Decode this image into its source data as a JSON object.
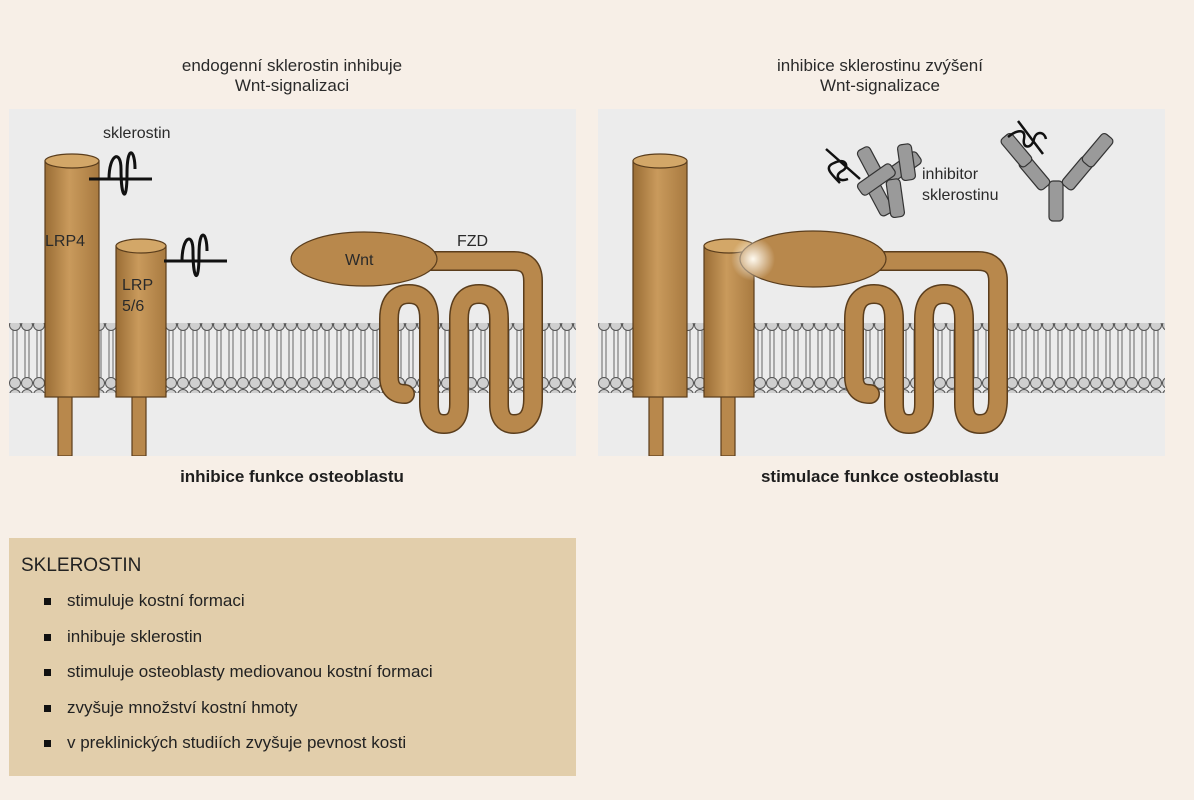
{
  "left_panel": {
    "title_line1": "endogenní sklerostin inhibuje",
    "title_line2": "Wnt-signalizaci",
    "labels": {
      "sclerostin": "sklerostin",
      "lrp4": "LRP4",
      "lrp56_line1": "LRP",
      "lrp56_line2": "5/6",
      "wnt": "Wnt",
      "fzd": "FZD"
    },
    "caption": "inhibice funkce osteoblastu"
  },
  "right_panel": {
    "title_line1": "inhibice sklerostinu zvýšení",
    "title_line2": "Wnt-signalizace",
    "labels": {
      "inhibitor_line1": "inhibitor",
      "inhibitor_line2": "sklerostinu"
    },
    "caption": "stimulace funkce osteoblastu"
  },
  "infobox": {
    "title": "SKLEROSTIN",
    "items": [
      "stimuluje kostní formaci",
      "inhibuje sklerostin",
      "stimuluje osteoblasty mediovanou kostní formaci",
      "zvyšuje množství kostní hmoty",
      "v preklinických studiích zvyšuje pevnost kosti"
    ]
  },
  "colors": {
    "page_background": "#f7efe7",
    "panel_background": "#ececec",
    "protein_brown": "#b8884c",
    "protein_outline": "#5a3d1c",
    "antibody_gray": "#9a9a9a",
    "infobox_background": "#e2ceab"
  }
}
